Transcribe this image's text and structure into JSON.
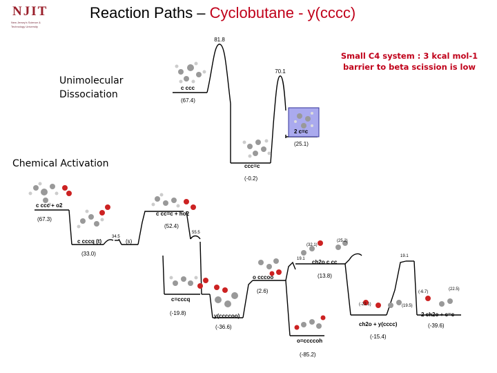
{
  "header": {
    "logo_text": "NJIT",
    "logo_line1": "New Jersey's Science &",
    "logo_line2": "Technology University",
    "title_prefix": "Reaction Paths – ",
    "title_red_a": "Cyclobutane - ",
    "title_black_b": " y(cccc)"
  },
  "labels": {
    "unimolecular_line1": "Unimolecular",
    "unimolecular_line2": "Dissociation",
    "chemical_activation": "Chemical Activation"
  },
  "note": {
    "line1": "Small C4 system : 3 kcal mol-1",
    "line2": "barrier to beta scission is low"
  },
  "upper_path": {
    "start_species": "c ccc",
    "start_energy": "(67.4)",
    "ts1_energy": "81.8",
    "ts2_energy": "70.1",
    "product_species": "2 c=c",
    "product_energy": "(25.1)",
    "end_species": "ccc=c",
    "end_energy": "(-0.2)"
  },
  "lower_path": {
    "reactant_species": "c ccc + o2",
    "reactant_energy": "(67.3)",
    "adduct_species": "c cccq (t)",
    "adduct_energy": "(33.0)",
    "ts_small_a": "34.5",
    "ts_small_b": "(s)",
    "ho2_species": "c cc=c + ho2",
    "ho2_energy": "(52.4)",
    "ts_top": "55.5",
    "q1_species": "c=cccq",
    "q1_energy": "(-19.8)",
    "q2_species": "y(ccccoo)",
    "q2_energy": "(-36.6)",
    "o_cccoo_species": "o cccoo",
    "o_cccoo_energy": "(2.6)",
    "ch2o_a_species": "ch2o  c cc",
    "ch2o_a_energy": "(13.8)",
    "ts_19": "19.1",
    "ts_19b": "19.1",
    "ts_left_a": "(32.1)",
    "ts_left_b": "(25.2)",
    "ccccoh_species": "o=ccccoh",
    "ccccoh_energy": "(-85.2)",
    "y_cccc_species": "ch2o + y(cccc)",
    "y_cccc_energy": "(-15.4)",
    "small_a": "(-22.1)",
    "small_b": "(19.5)",
    "small_c": "(22.5)",
    "small_d": "(-6.7)",
    "final_species": "2 ch2o + c=c",
    "final_energy": "(-39.6)"
  }
}
